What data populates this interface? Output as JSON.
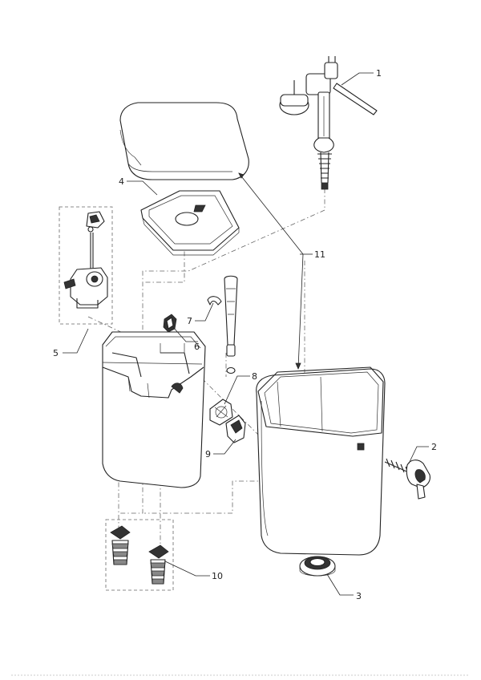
{
  "callouts": [
    {
      "id": "1",
      "part": "fill-valve"
    },
    {
      "id": "2",
      "part": "push-button"
    },
    {
      "id": "3",
      "part": "flush-valve-seal"
    },
    {
      "id": "4",
      "part": "tank-lid-insert"
    },
    {
      "id": "5",
      "part": "flush-mechanism"
    },
    {
      "id": "6",
      "part": "clip"
    },
    {
      "id": "7",
      "part": "overflow-clip"
    },
    {
      "id": "8",
      "part": "gasket"
    },
    {
      "id": "9",
      "part": "bracket"
    },
    {
      "id": "10",
      "part": "fixing-buffers"
    },
    {
      "id": "11",
      "part": "tank-and-lid"
    }
  ]
}
